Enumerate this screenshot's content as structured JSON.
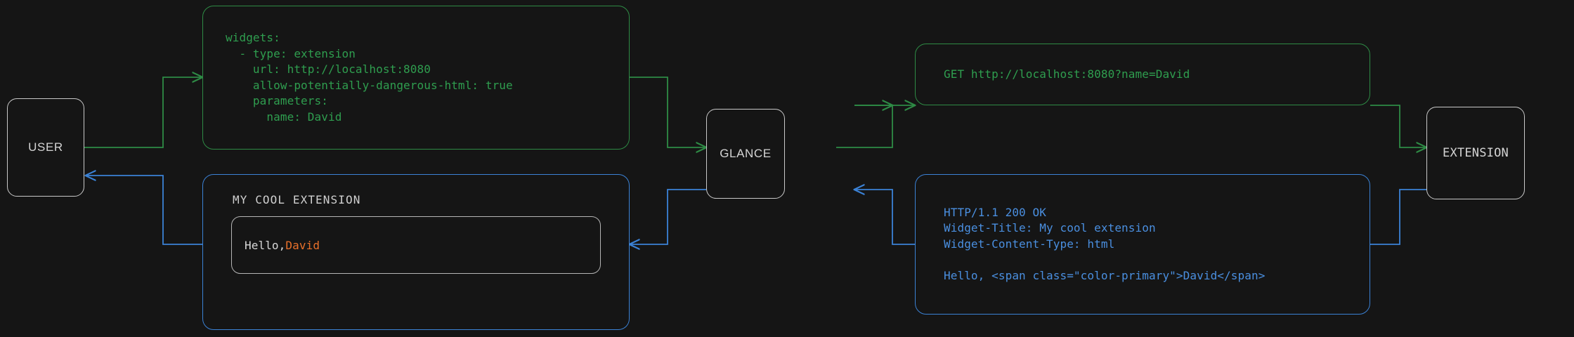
{
  "theme": {
    "background": "#151515",
    "node_border": "#c9c9c9",
    "green": "#2f9e4f",
    "green_edge": "#2e8b45",
    "blue": "#4a8fe0",
    "blue_edge": "#3b82d6",
    "text_light": "#d4d4d4",
    "accent_orange": "#e8702a"
  },
  "nodes": {
    "user": {
      "label": "USER"
    },
    "glance": {
      "label": "GLANCE"
    },
    "extension": {
      "label": "EXTENSION"
    }
  },
  "panels": {
    "config_yaml": {
      "color": "green",
      "text": "widgets:\n  - type: extension\n    url: http://localhost:8080\n    allow-potentially-dangerous-html: true\n    parameters:\n      name: David"
    },
    "request": {
      "color": "green",
      "text": "GET http://localhost:8080?name=David"
    },
    "response": {
      "color": "blue",
      "text": "HTTP/1.1 200 OK\nWidget-Title: My cool extension\nWidget-Content-Type: html\n\nHello, <span class=\"color-primary\">David</span>"
    },
    "rendered_widget": {
      "color": "blue",
      "title": "MY COOL EXTENSION",
      "body_prefix": "Hello, ",
      "body_accent": "David"
    }
  },
  "edges": [
    {
      "name": "user-to-config",
      "color": "green",
      "from": "user",
      "to": "config_yaml"
    },
    {
      "name": "config-to-glance",
      "color": "green",
      "from": "config_yaml",
      "to": "glance"
    },
    {
      "name": "glance-to-request",
      "color": "green",
      "from": "glance",
      "to": "request"
    },
    {
      "name": "request-to-extension",
      "color": "green",
      "from": "request",
      "to": "extension"
    },
    {
      "name": "extension-to-response",
      "color": "blue",
      "from": "extension",
      "to": "response"
    },
    {
      "name": "response-to-glance",
      "color": "blue",
      "from": "response",
      "to": "glance"
    },
    {
      "name": "glance-to-widget",
      "color": "blue",
      "from": "glance",
      "to": "rendered_widget"
    },
    {
      "name": "widget-to-user",
      "color": "blue",
      "from": "rendered_widget",
      "to": "user"
    }
  ]
}
